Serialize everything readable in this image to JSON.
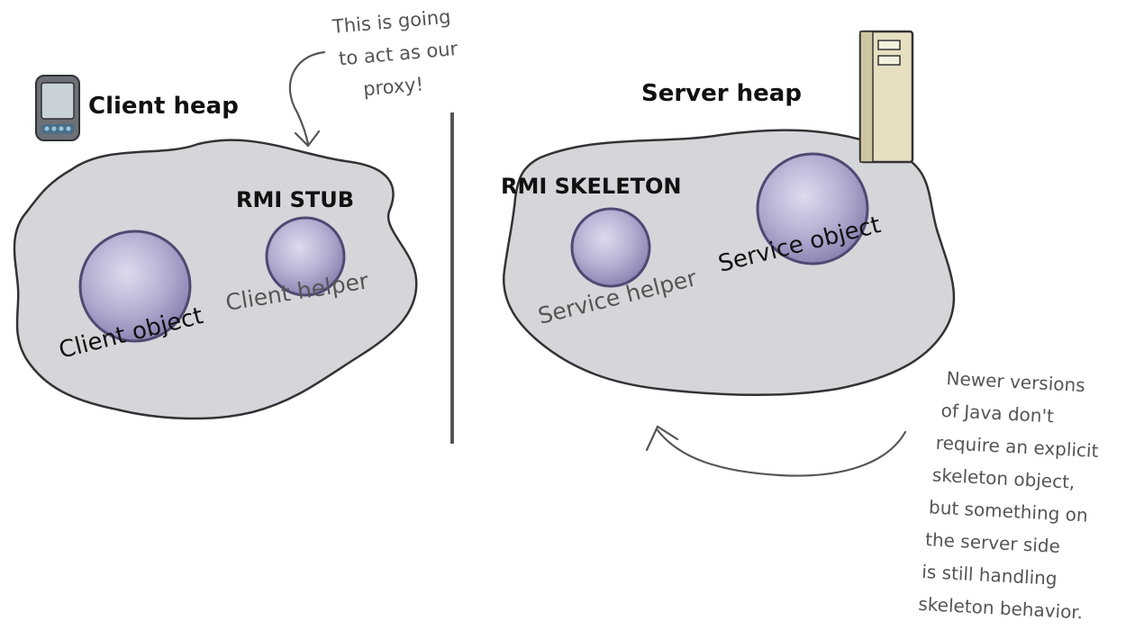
{
  "client_side": {
    "heap_label": "Client heap",
    "stub_label": "RMI STUB",
    "client_object_label": "Client object",
    "client_helper_label": "Client helper",
    "proxy_note": [
      "This is going",
      "to act as our",
      "proxy!"
    ],
    "device_icon": "handheld-device-icon"
  },
  "server_side": {
    "heap_label": "Server heap",
    "skeleton_label": "RMI SKELETON",
    "service_helper_label": "Service helper",
    "service_object_label": "Service object",
    "skeleton_note": [
      "Newer versions",
      "of Java don't",
      "require an explicit",
      "skeleton object,",
      "but something on",
      "the server side",
      "is still handling",
      "skeleton behavior."
    ],
    "server_icon": "server-tower-icon"
  },
  "colors": {
    "heap_fill": "#d5d6da",
    "object_fill": "#b7b3d4",
    "object_stroke": "#4e4a72",
    "divider": "#555555",
    "server_box": "#e6dfc2"
  }
}
